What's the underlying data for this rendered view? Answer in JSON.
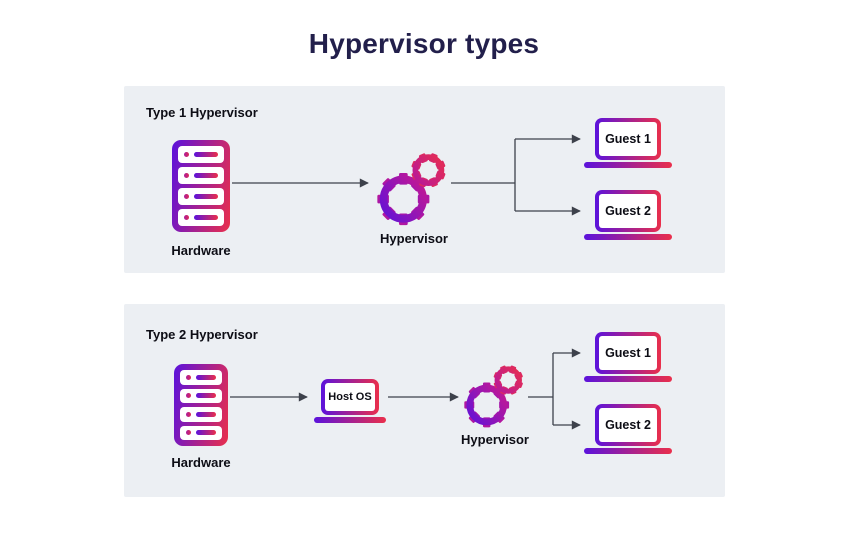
{
  "title": "Hypervisor types",
  "colors": {
    "page_bg": "#FFFFFF",
    "panel_bg": "#ECEFF3",
    "title_color": "#221F4B",
    "label_color": "#0D0D15",
    "gradient_start": "#5B12DC",
    "gradient_end": "#EA2F4B",
    "dot_start": "#A91BA0",
    "dot_end": "#DC2B52",
    "connector": "#3D414B",
    "screen_bg": "#FFFFFF"
  },
  "icons": {
    "hardware": "server-icon",
    "hypervisor": "gears-icon",
    "host_os": "laptop-icon",
    "guest": "laptop-icon"
  },
  "panels": [
    {
      "heading": "Type 1 Hypervisor",
      "hardware": {
        "label": "Hardware"
      },
      "hypervisor": {
        "label": "Hypervisor"
      },
      "guests": [
        {
          "label": "Guest 1"
        },
        {
          "label": "Guest 2"
        }
      ]
    },
    {
      "heading": "Type 2 Hypervisor",
      "hardware": {
        "label": "Hardware"
      },
      "host_os": {
        "label": "Host OS"
      },
      "hypervisor": {
        "label": "Hypervisor"
      },
      "guests": [
        {
          "label": "Guest 1"
        },
        {
          "label": "Guest 2"
        }
      ]
    }
  ]
}
